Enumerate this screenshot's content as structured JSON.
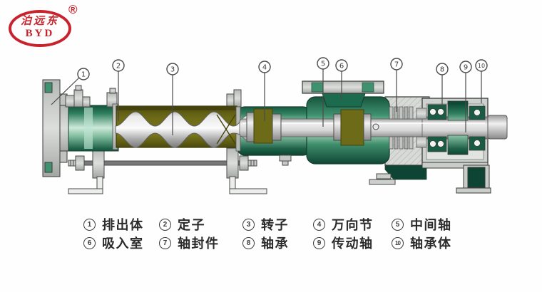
{
  "logo": {
    "brand_cn": "泊远东",
    "brand_latin": "BYD",
    "registered": "®"
  },
  "diagram": {
    "callouts": [
      {
        "num": "1"
      },
      {
        "num": "2"
      },
      {
        "num": "3"
      },
      {
        "num": "4"
      },
      {
        "num": "5"
      },
      {
        "num": "6"
      },
      {
        "num": "7"
      },
      {
        "num": "8"
      },
      {
        "num": "9"
      },
      {
        "num": "10"
      }
    ]
  },
  "legend": {
    "rows": [
      [
        {
          "num": "1",
          "label": "排出体"
        },
        {
          "num": "2",
          "label": "定子"
        },
        {
          "num": "3",
          "label": "转子"
        },
        {
          "num": "4",
          "label": "万向节"
        },
        {
          "num": "5",
          "label": "中间轴"
        }
      ],
      [
        {
          "num": "6",
          "label": "吸入室"
        },
        {
          "num": "7",
          "label": "轴封件"
        },
        {
          "num": "8",
          "label": "轴承"
        },
        {
          "num": "9",
          "label": "传动轴"
        },
        {
          "num": "10",
          "label": "轴承体"
        }
      ]
    ]
  },
  "colors": {
    "brand_red": "#c8232c",
    "pump_green": "#2e7d5e",
    "stator_olive": "#6e6b18",
    "steel_silver": "#c9c9c9",
    "dark_green": "#0e4434"
  }
}
